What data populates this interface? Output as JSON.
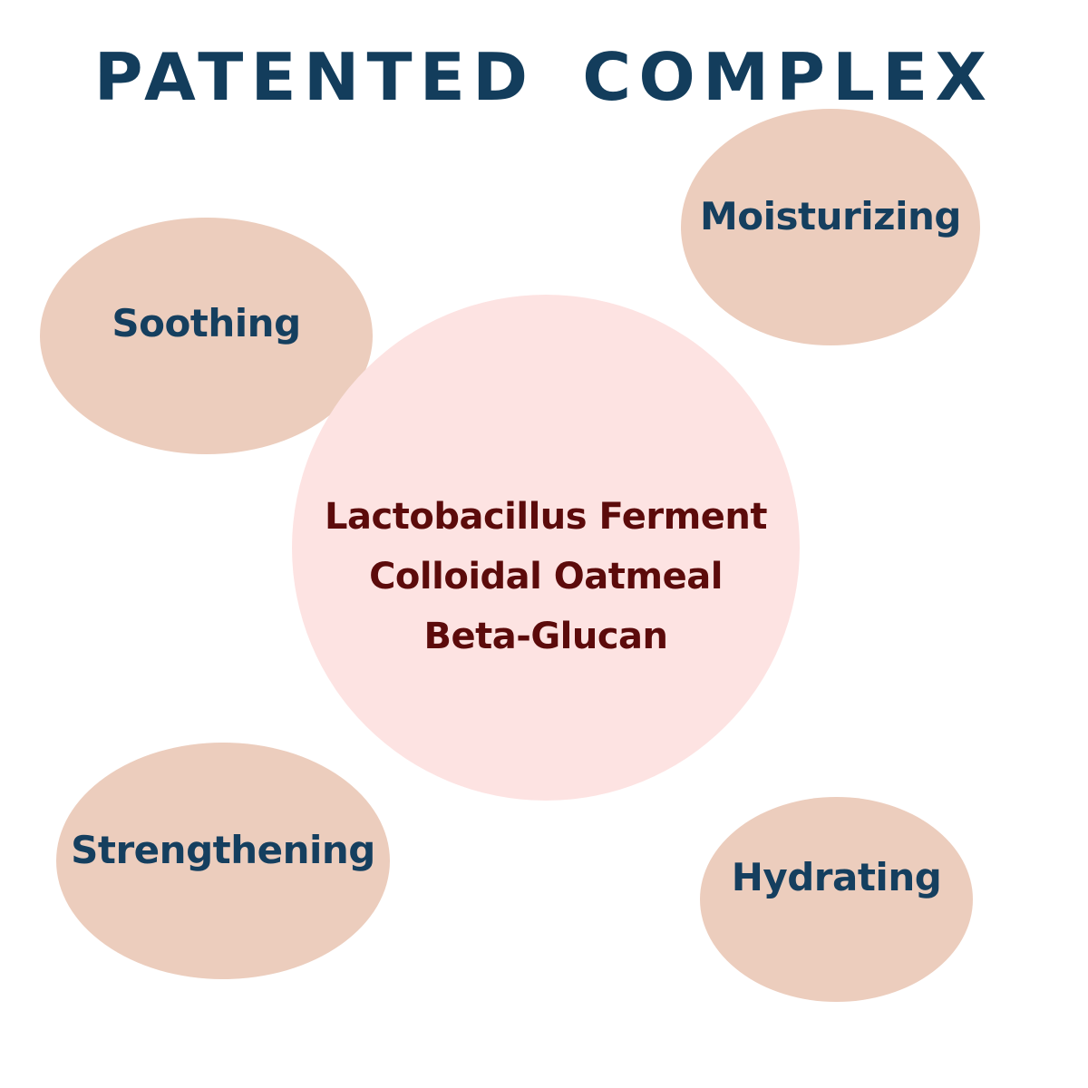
{
  "title": "PATENTED  COMPLEX",
  "colors": {
    "background": "#ffffff",
    "title": "#133d5c",
    "benefit_bubble_fill": "#eccdbd",
    "benefit_text": "#153f5f",
    "center_circle_fill": "#fde3e2",
    "center_text": "#5c0b0b"
  },
  "center": {
    "ingredients": [
      "Lactobacillus Ferment",
      "Colloidal Oatmeal",
      "Beta-Glucan"
    ]
  },
  "benefits": {
    "soothing": "Soothing",
    "moisturizing": "Moisturizing",
    "strengthening": "Strengthening",
    "hydrating": "Hydrating"
  }
}
